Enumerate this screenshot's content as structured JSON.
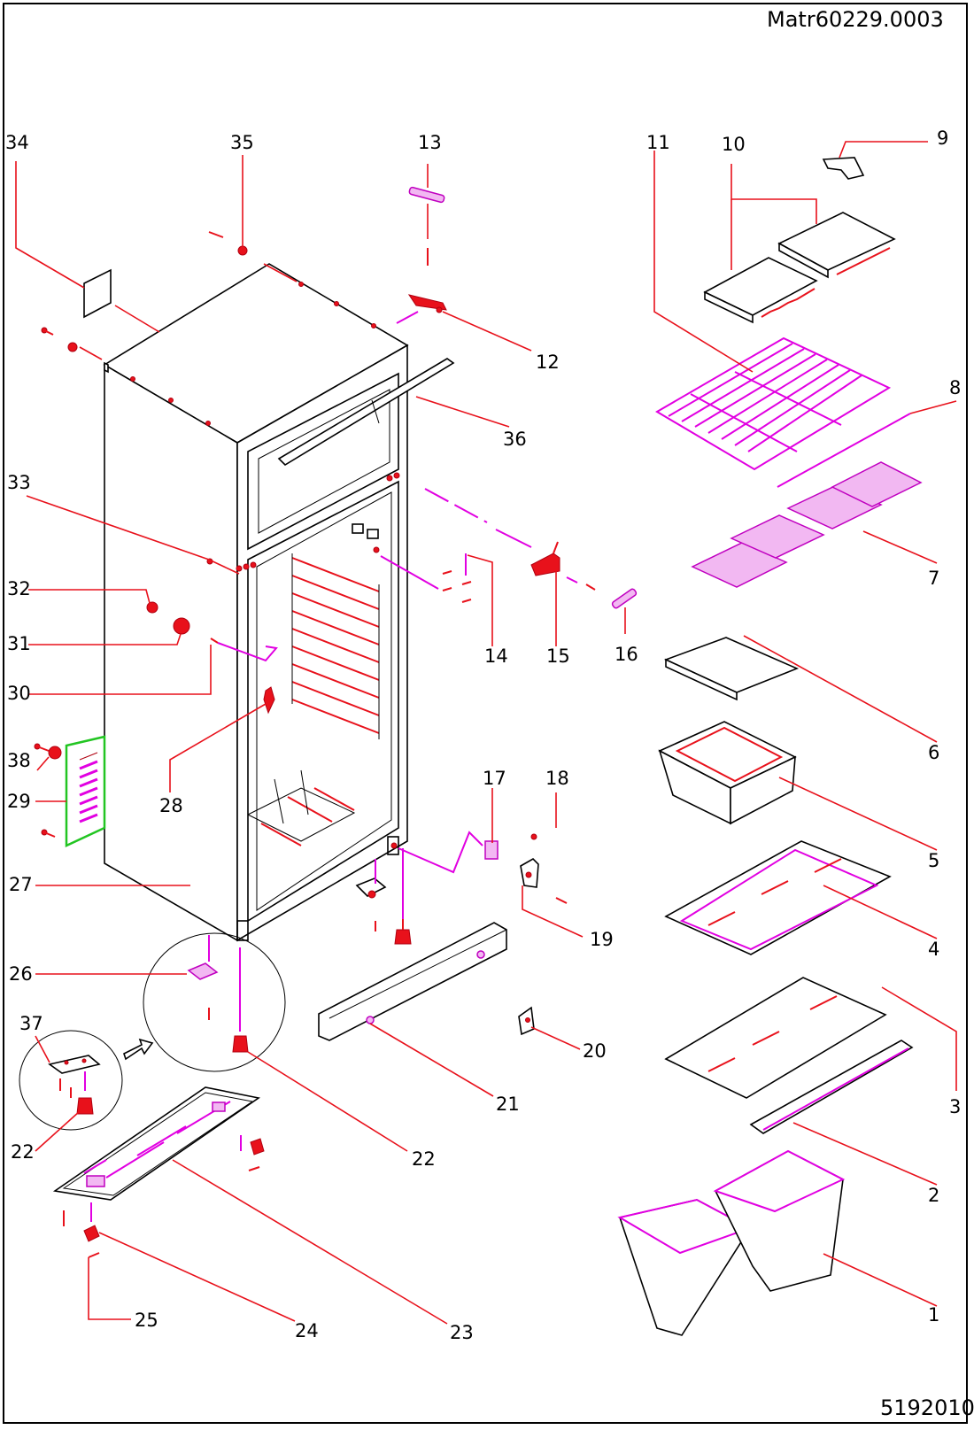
{
  "document": {
    "drawing_code": "Matr60229.0003",
    "drawing_number": "5192010"
  },
  "part_labels": {
    "p1": "1",
    "p2": "2",
    "p3": "3",
    "p4": "4",
    "p5": "5",
    "p6": "6",
    "p7": "7",
    "p8": "8",
    "p9": "9",
    "p10": "10",
    "p11": "11",
    "p12": "12",
    "p13": "13",
    "p14": "14",
    "p15": "15",
    "p16": "16",
    "p17": "17",
    "p18": "18",
    "p19": "19",
    "p20": "20",
    "p21": "21",
    "p22a": "22",
    "p22b": "22",
    "p23": "23",
    "p24": "24",
    "p25": "25",
    "p26": "26",
    "p27": "27",
    "p28": "28",
    "p29": "29",
    "p30": "30",
    "p31": "31",
    "p32": "32",
    "p33": "33",
    "p34": "34",
    "p35": "35",
    "p36": "36",
    "p37": "37",
    "p38": "38"
  },
  "colors": {
    "leader": "#e8111b",
    "accessory": "#e100e1",
    "gasket": "#22c522",
    "outline": "#000000"
  }
}
